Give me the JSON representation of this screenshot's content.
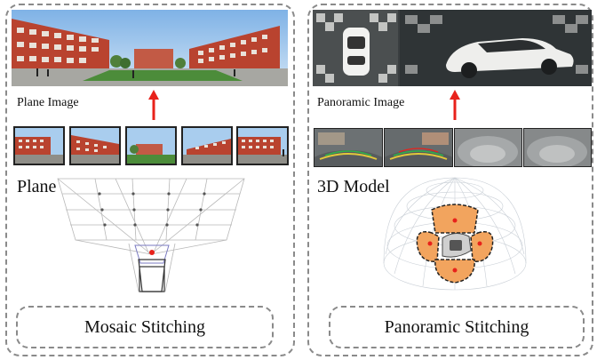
{
  "left_panel": {
    "image_label": "Plane Image",
    "model_label": "Plane",
    "method_label": "Mosaic Stitching"
  },
  "right_panel": {
    "image_label": "Panoramic Image",
    "model_label": "3D Model",
    "method_label": "Panoramic Stitching"
  },
  "colors": {
    "arrow": "#e8221b",
    "brick": "#b9432f",
    "orange_patch": "#f2a45e",
    "border": "#8a8a8a"
  }
}
